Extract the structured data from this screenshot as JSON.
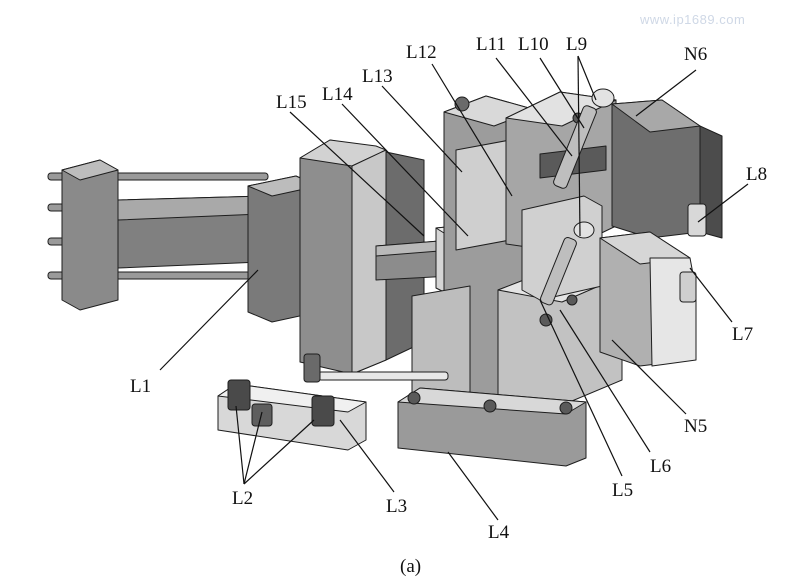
{
  "watermark": "www.ip1689.com",
  "caption": "(a)",
  "labels": {
    "L1": "L1",
    "L2": "L2",
    "L3": "L3",
    "L4": "L4",
    "L5": "L5",
    "L6": "L6",
    "L7": "L7",
    "L8": "L8",
    "L9": "L9",
    "L10": "L10",
    "L11": "L11",
    "L12": "L12",
    "L13": "L13",
    "L14": "L14",
    "L15": "L15",
    "N5": "N5",
    "N6": "N6"
  },
  "colors": {
    "light": "#d8d8d8",
    "mid": "#b4b4b4",
    "dark": "#7c7c7c",
    "darker": "#5c5c5c",
    "white": "#ececec"
  }
}
